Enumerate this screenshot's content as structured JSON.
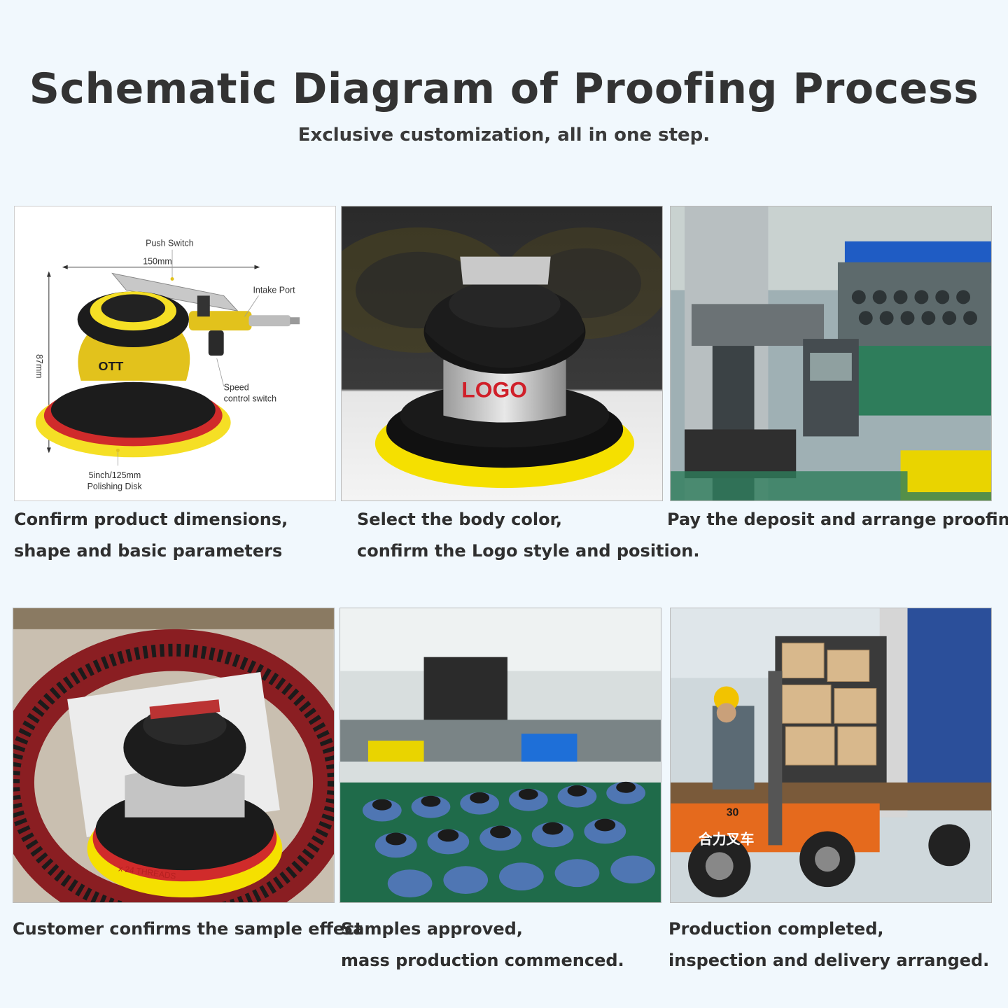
{
  "header": {
    "title": "Schematic Diagram of Proofing Process",
    "subtitle": "Exclusive customization, all in one step."
  },
  "diagram": {
    "push_switch": "Push Switch",
    "width": "150mm",
    "intake_port": "Intake Port",
    "height": "87mm",
    "speed_line1": "Speed",
    "speed_line2": "control switch",
    "disk_line1": "5inch/125mm",
    "disk_line2": "Polishing Disk",
    "brand": "OTT"
  },
  "logo_text": "LOGO",
  "hose_print": "x 24 THREADS",
  "forklift_model": "30",
  "forklift_brand": "合力叉车",
  "steps": [
    {
      "line1": "Confirm product dimensions,",
      "line2": "shape and basic parameters"
    },
    {
      "line1": "Select the body color,",
      "line2": "confirm the Logo style and position."
    },
    {
      "line1": "Pay the deposit and arrange proofing.",
      "line2": ""
    },
    {
      "line1": "Customer confirms the sample effect",
      "line2": ""
    },
    {
      "line1": "Samples approved,",
      "line2": "mass production commenced."
    },
    {
      "line1": "Production completed,",
      "line2": "inspection and delivery arranged."
    }
  ],
  "colors": {
    "accent_yellow": "#f5df25",
    "body_black": "#1c1c1c",
    "logo_red": "#d0202a",
    "background": "#f1f8fd"
  }
}
